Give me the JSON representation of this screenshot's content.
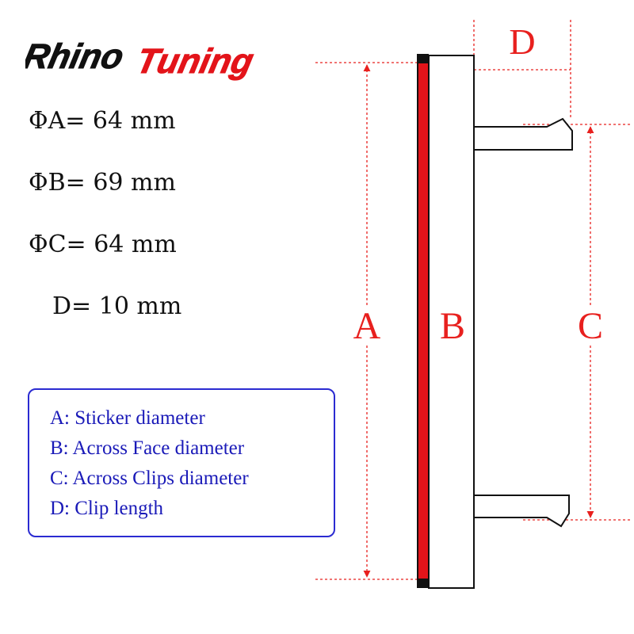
{
  "logo": {
    "text_part1": "Rhino",
    "text_part2": "Tuning"
  },
  "specs": [
    {
      "text": "ΦA= 64 mm"
    },
    {
      "text": "ΦB= 69 mm"
    },
    {
      "text": "ΦC= 64 mm"
    },
    {
      "text": "D= 10 mm"
    }
  ],
  "legend": [
    {
      "text": "A: Sticker diameter"
    },
    {
      "text": "B: Across Face diameter"
    },
    {
      "text": "C: Across Clips diameter"
    },
    {
      "text": "D: Clip length"
    }
  ],
  "diagram": {
    "label_a": "A",
    "label_b": "B",
    "label_c": "C",
    "label_d": "D",
    "colors": {
      "sticker": "#e3141a",
      "dimension": "#e8201e",
      "outline": "#111111",
      "legend_border": "#2b2bd1",
      "legend_text": "#1a1ab8"
    }
  }
}
